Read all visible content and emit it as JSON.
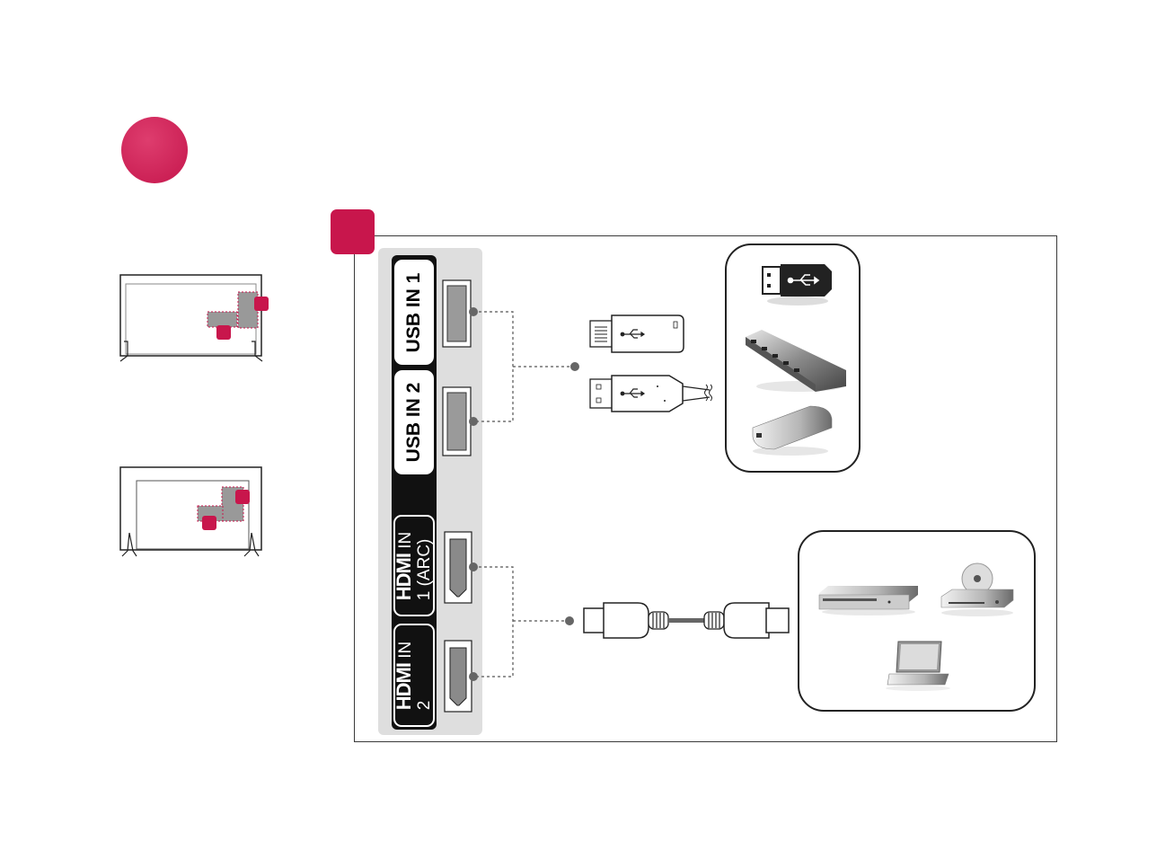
{
  "colors": {
    "accent": "#c8164c",
    "frame": "#3a3a3a",
    "panel": "#dedede",
    "strip": "#111111"
  },
  "ports": {
    "usb1": "USB IN 1",
    "usb2": "USB IN 2",
    "hdmi1_logo": "HDMI",
    "hdmi1_suffix": " IN",
    "hdmi1_line2": "1 (ARC)",
    "hdmi2_logo": "HDMI",
    "hdmi2_suffix": " IN",
    "hdmi2_line2": "2"
  },
  "icons": {
    "usb": "usb-trident-icon",
    "usb_stick": "usb-flash-drive-icon",
    "usb_cable": "usb-cable-icon",
    "usb_hub": "usb-hub-icon",
    "hdd": "external-hard-drive-icon",
    "hdmi_cable": "hdmi-cable-icon",
    "dvd": "dvd-player-icon",
    "disc": "disc-player-icon",
    "laptop": "laptop-icon"
  }
}
